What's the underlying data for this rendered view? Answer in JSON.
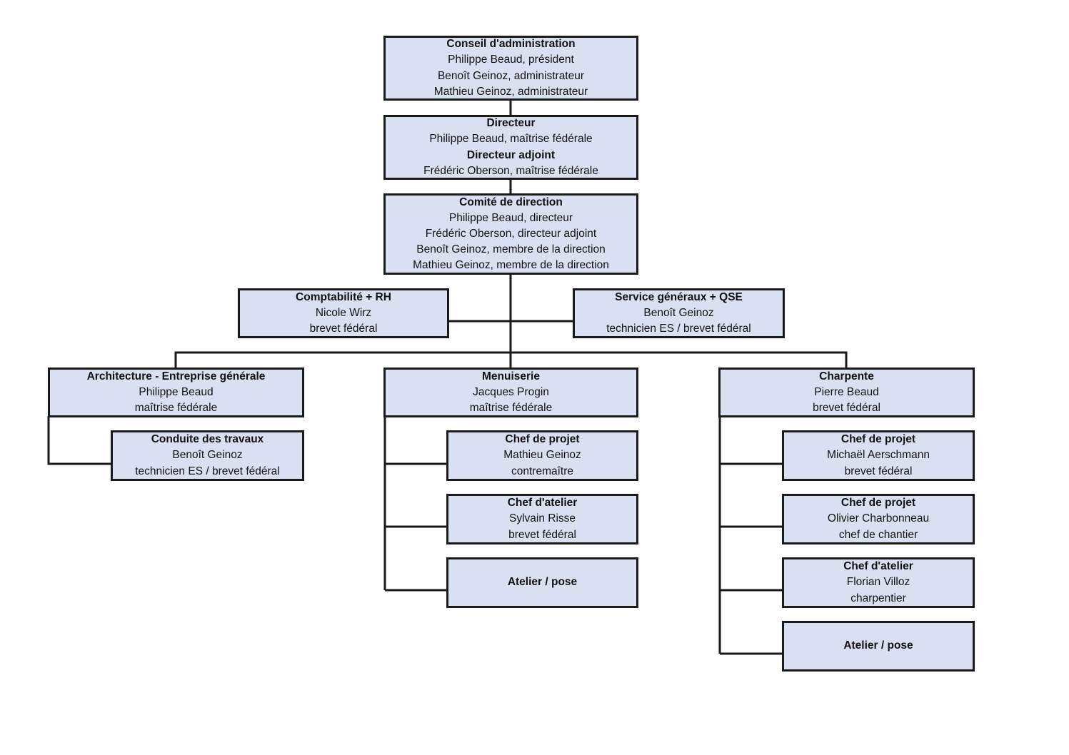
{
  "colors": {
    "box_fill": "#d9e0f2",
    "border": "#1a1a1a",
    "line": "#1a1a1a"
  },
  "boxes": {
    "conseil": [
      {
        "t": "Conseil d'administration",
        "b": true
      },
      {
        "t": "Philippe Beaud, président",
        "b": false
      },
      {
        "t": "Benoît Geinoz, administrateur",
        "b": false
      },
      {
        "t": "Mathieu Geinoz, administrateur",
        "b": false
      }
    ],
    "directeur": [
      {
        "t": "Directeur",
        "b": true
      },
      {
        "t": "Philippe Beaud, maîtrise fédérale",
        "b": false
      },
      {
        "t": "Directeur adjoint",
        "b": true
      },
      {
        "t": "Frédéric Oberson, maîtrise fédérale",
        "b": false
      }
    ],
    "comite": [
      {
        "t": "Comité de direction",
        "b": true
      },
      {
        "t": "Philippe Beaud, directeur",
        "b": false
      },
      {
        "t": "Frédéric Oberson, directeur adjoint",
        "b": false
      },
      {
        "t": "Benoît Geinoz, membre de la direction",
        "b": false
      },
      {
        "t": "Mathieu Geinoz, membre de la direction",
        "b": false
      }
    ],
    "comptabilite": [
      {
        "t": "Comptabilité + RH",
        "b": true
      },
      {
        "t": "Nicole Wirz",
        "b": false
      },
      {
        "t": "brevet fédéral",
        "b": false
      }
    ],
    "service": [
      {
        "t": "Service généraux + QSE",
        "b": true
      },
      {
        "t": "Benoît Geinoz",
        "b": false
      },
      {
        "t": "technicien ES / brevet fédéral",
        "b": false
      }
    ],
    "architecture": [
      {
        "t": "Architecture - Entreprise générale",
        "b": true
      },
      {
        "t": "Philippe Beaud",
        "b": false
      },
      {
        "t": "maîtrise fédérale",
        "b": false
      }
    ],
    "conduite": [
      {
        "t": "Conduite des travaux",
        "b": true
      },
      {
        "t": "Benoît Geinoz",
        "b": false
      },
      {
        "t": "technicien ES / brevet fédéral",
        "b": false
      }
    ],
    "menuiserie": [
      {
        "t": "Menuiserie",
        "b": true
      },
      {
        "t": "Jacques Progin",
        "b": false
      },
      {
        "t": "maîtrise fédérale",
        "b": false
      }
    ],
    "men_chef_projet": [
      {
        "t": "Chef de projet",
        "b": true
      },
      {
        "t": "Mathieu Geinoz",
        "b": false
      },
      {
        "t": "contremaître",
        "b": false
      }
    ],
    "men_chef_atelier": [
      {
        "t": "Chef d'atelier",
        "b": true
      },
      {
        "t": "Sylvain Risse",
        "b": false
      },
      {
        "t": "brevet fédéral",
        "b": false
      }
    ],
    "men_atelier": [
      {
        "t": "Atelier / pose",
        "b": true
      }
    ],
    "charpente": [
      {
        "t": "Charpente",
        "b": true
      },
      {
        "t": "Pierre Beaud",
        "b": false
      },
      {
        "t": "brevet fédéral",
        "b": false
      }
    ],
    "ch_chef_projet_1": [
      {
        "t": "Chef de projet",
        "b": true
      },
      {
        "t": "Michaël Aerschmann",
        "b": false
      },
      {
        "t": "brevet fédéral",
        "b": false
      }
    ],
    "ch_chef_projet_2": [
      {
        "t": "Chef de projet",
        "b": true
      },
      {
        "t": "Olivier Charbonneau",
        "b": false
      },
      {
        "t": "chef de chantier",
        "b": false
      }
    ],
    "ch_chef_atelier": [
      {
        "t": "Chef d'atelier",
        "b": true
      },
      {
        "t": "Florian Villoz",
        "b": false
      },
      {
        "t": "charpentier",
        "b": false
      }
    ],
    "ch_atelier": [
      {
        "t": "Atelier / pose",
        "b": true
      }
    ]
  }
}
